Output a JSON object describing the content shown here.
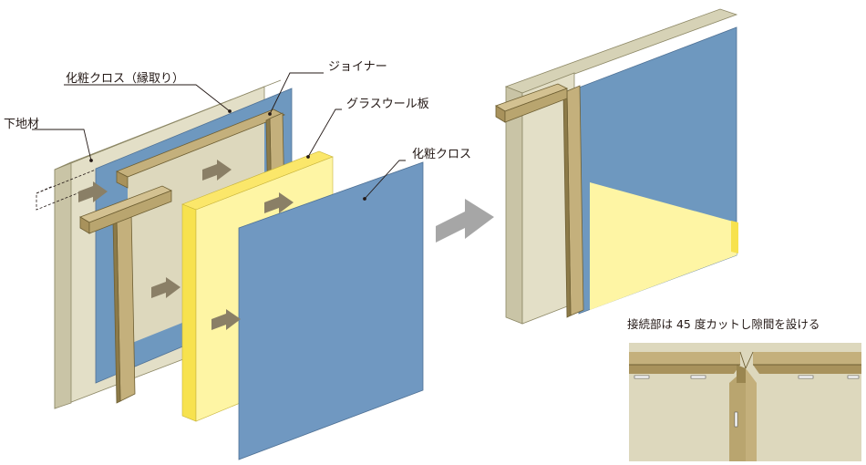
{
  "labels": {
    "decor_cloth_edge": "化粧クロス（縁取り）",
    "joiner": "ジョイナー",
    "base_material": "下地材",
    "glass_wool_board": "グラスウール板",
    "decor_cloth": "化粧クロス"
  },
  "detail": {
    "caption": "接続部は 45 度カットし隙間を設ける"
  },
  "colors": {
    "base": "#e3dfc7",
    "base_side": "#c9c4a6",
    "cloth_blue": "#6e98bf",
    "glass_wool": "#fef5a4",
    "glass_wool_edge": "#f7e24e",
    "joiner_wood": "#c4b07c",
    "arrow": "#8a7f66",
    "big_arrow": "#a6a6a6"
  }
}
